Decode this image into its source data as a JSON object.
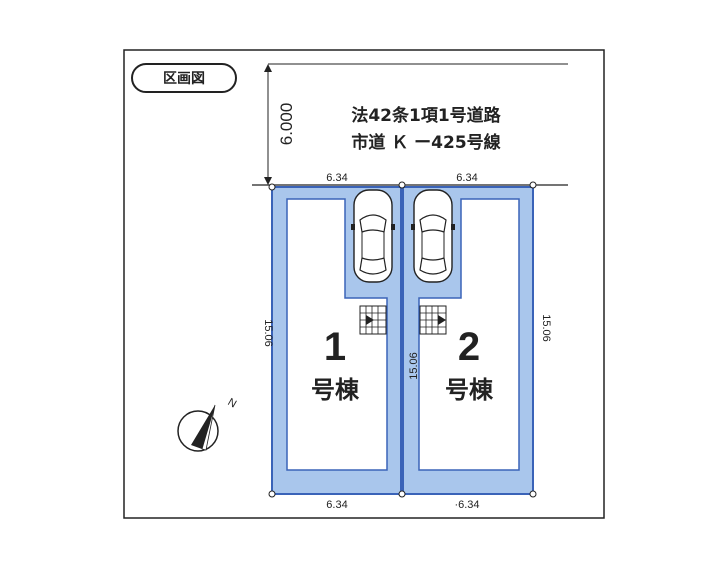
{
  "title": "区画図",
  "road": {
    "line1": "法42条1項1号道路",
    "line2": "市道 Ｋ ー425号線",
    "width": "6.000"
  },
  "north": "N",
  "lots": [
    {
      "number": "1",
      "name": "号棟",
      "frontage": "6.34",
      "rear": "6.34",
      "depth": "15.06"
    },
    {
      "number": "2",
      "name": "号棟",
      "frontage": "6.34",
      "rear": "·6.34",
      "depth": "15.06",
      "shared_depth": "15.06"
    }
  ],
  "colors": {
    "lot_fill": "#a9c6ec",
    "lot_border": "#3a63b8",
    "outline": "#222222"
  }
}
